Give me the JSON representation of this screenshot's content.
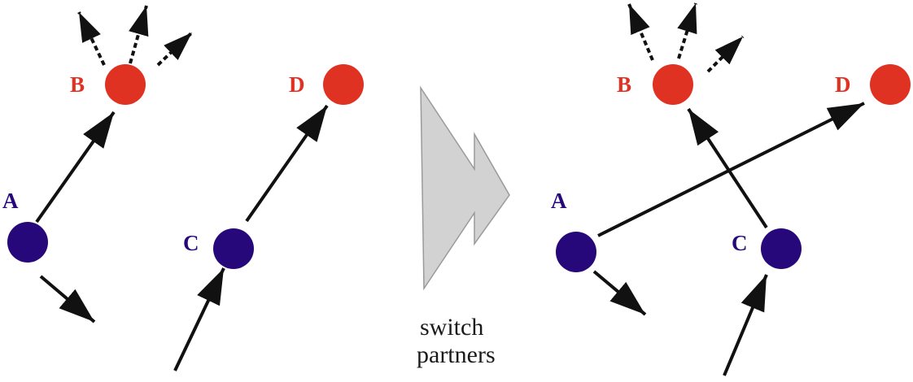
{
  "colors": {
    "blue_node": "#27087a",
    "red_node": "#e03222",
    "arrow": "#111111",
    "big_arrow_fill": "#d2d2d2",
    "big_arrow_stroke": "#9a9a9a"
  },
  "before": {
    "labels": {
      "a": "A",
      "b": "B",
      "c": "C",
      "d": "D"
    }
  },
  "after": {
    "labels": {
      "a": "A",
      "b": "B",
      "c": "C",
      "d": "D"
    }
  },
  "transition": {
    "icon": "big-right-arrow",
    "caption_line1": "switch",
    "caption_line2": "partners"
  }
}
